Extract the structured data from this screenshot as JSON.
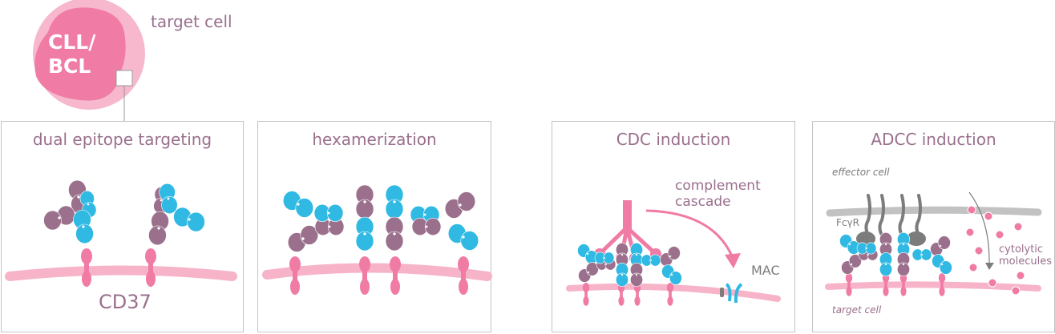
{
  "target_cell": {
    "cell_label": "CLL/\nBCL",
    "caption": "target cell"
  },
  "panels": [
    {
      "title": "dual epitope targeting",
      "antigen_label": "CD37"
    },
    {
      "title": "hexamerization"
    },
    {
      "title": "CDC induction",
      "cascade_label": "complement\ncascade",
      "mac_label": "MAC"
    },
    {
      "title": "ADCC induction",
      "effector_label": "effector cell",
      "receptor_label": "FcγR",
      "molecules_label": "cytolytic\nmolecules",
      "target_label": "target cell"
    }
  ],
  "colors": {
    "purple": "#9b708c",
    "cyan": "#2fb9e3",
    "pink": "#f07ba5",
    "light_pink": "#f7b4c9",
    "gray": "#7c7c7c",
    "light_gray": "#c2c2c2",
    "text": "#9a6f8d"
  }
}
